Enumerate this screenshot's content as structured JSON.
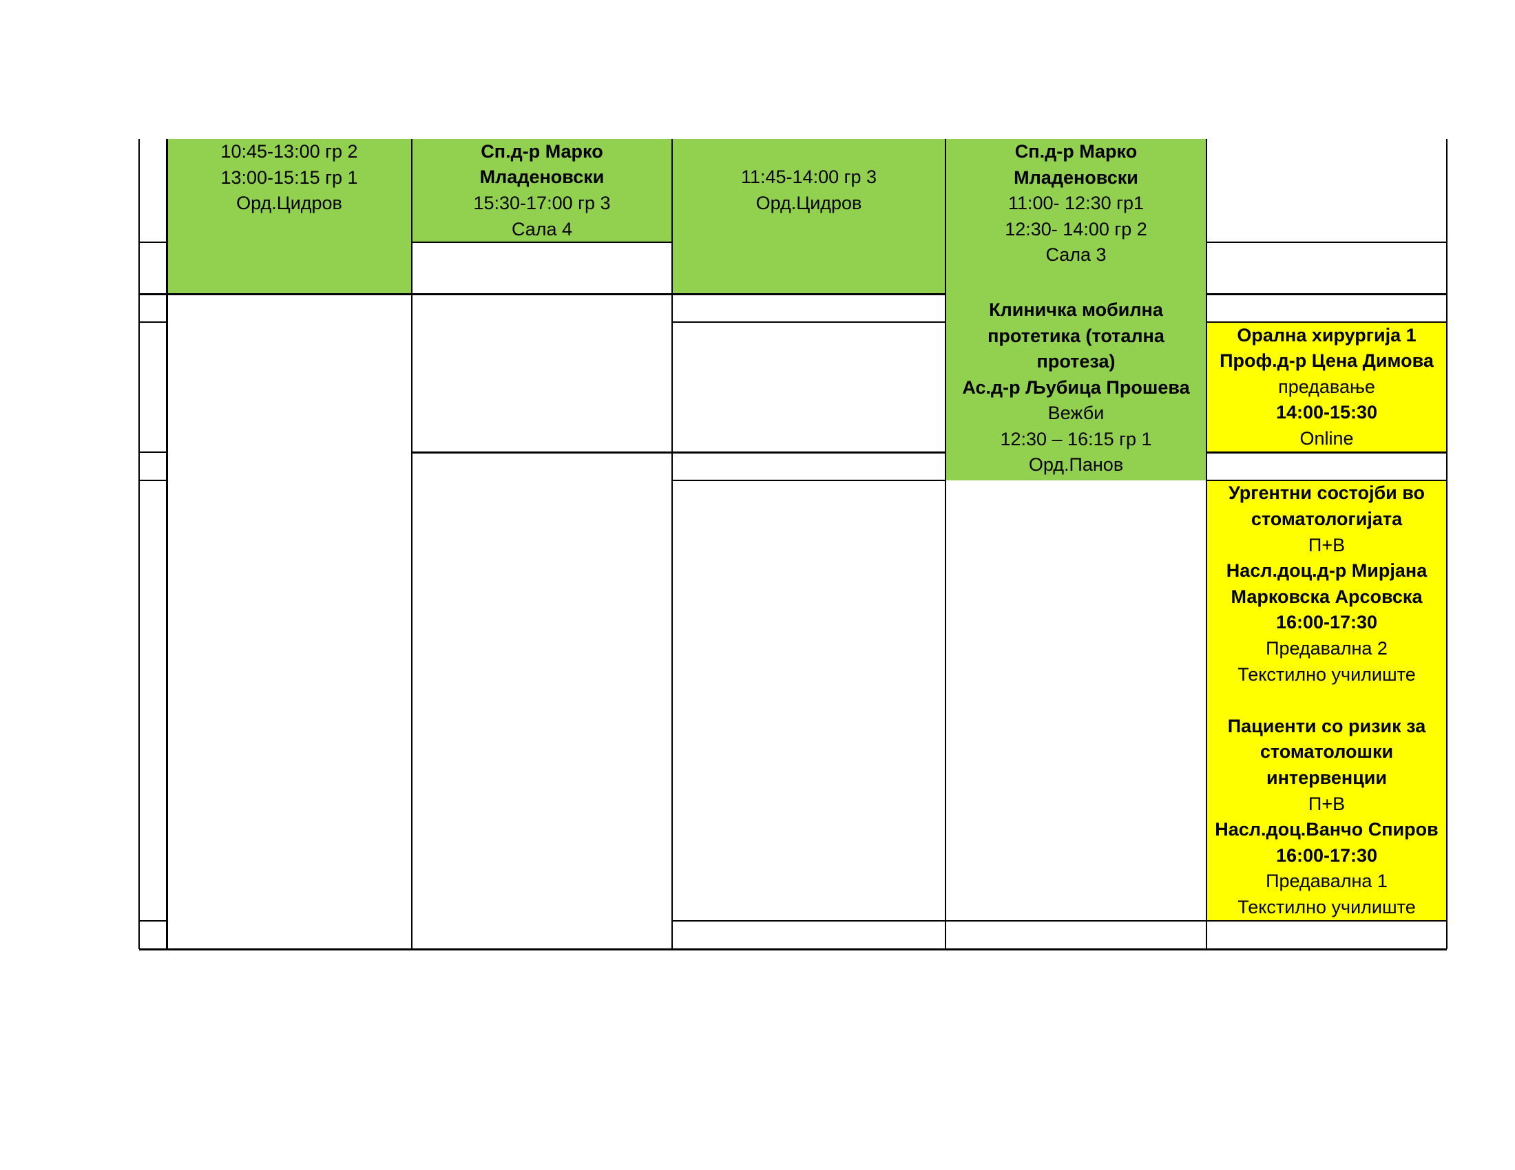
{
  "colors": {
    "green": "#92d050",
    "yellow": "#ffff00",
    "grid": "#000000",
    "page": "#ffffff"
  },
  "cells": [
    {
      "id": "tue-green-block",
      "fill": "green",
      "lines": [
        {
          "text": "10:45-13:00 гр 2",
          "bold": false
        },
        {
          "text": "13:00-15:15 гр 1",
          "bold": false
        },
        {
          "text": "Орд.Цидров",
          "bold": false
        }
      ]
    },
    {
      "id": "wed-green-block",
      "fill": "green",
      "lines": [
        {
          "text": "Сп.д-р Марко",
          "bold": true
        },
        {
          "text": "Младеновски",
          "bold": true
        },
        {
          "text": "15:30-17:00 гр 3",
          "bold": false
        },
        {
          "text": "Сала 4",
          "bold": false
        }
      ]
    },
    {
      "id": "thu-green-block",
      "fill": "green",
      "lines": [
        {
          "text": "11:45-14:00 гр 3",
          "bold": false
        },
        {
          "text": "Орд.Цидров",
          "bold": false
        }
      ]
    },
    {
      "id": "fri-green-block-top",
      "fill": "green",
      "lines": [
        {
          "text": "Сп.д-р Марко",
          "bold": true
        },
        {
          "text": "Младеновски",
          "bold": true
        },
        {
          "text": "11:00- 12:30 гр1",
          "bold": false
        },
        {
          "text": "12:30- 14:00 гр 2",
          "bold": false
        },
        {
          "text": "Сала 3",
          "bold": false
        }
      ]
    },
    {
      "id": "fri-green-block-prosthetics",
      "fill": "green",
      "lines": [
        {
          "text": "Клиничка мобилна",
          "bold": true
        },
        {
          "text": "протетика (тотална",
          "bold": true
        },
        {
          "text": "протеза)",
          "bold": true
        },
        {
          "text": "Ас.д-р Љубица Прошева",
          "bold": true
        },
        {
          "text": "Вежби",
          "bold": false
        },
        {
          "text": "12:30 – 16:15  гр 1",
          "bold": false
        },
        {
          "text": "Орд.Панов",
          "bold": false
        }
      ]
    },
    {
      "id": "sat-yellow-oral-surgery",
      "fill": "yellow",
      "lines": [
        {
          "text": "Орална хирургија 1",
          "bold": true
        },
        {
          "text": "Проф.д-р Цена Димова",
          "bold": true
        },
        {
          "text": "предавање",
          "bold": false
        },
        {
          "text": "14:00-15:30",
          "bold": true
        },
        {
          "text": "Online",
          "bold": false
        }
      ]
    },
    {
      "id": "sat-yellow-urgent",
      "fill": "yellow",
      "lines": [
        {
          "text": "Ургентни состојби во",
          "bold": true
        },
        {
          "text": "стоматологијата",
          "bold": true
        },
        {
          "text": "П+В",
          "bold": false
        },
        {
          "text": "Насл.доц.д-р Мирјана",
          "bold": true
        },
        {
          "text": "Марковска Арсовска",
          "bold": true
        },
        {
          "text": "16:00-17:30",
          "bold": true
        },
        {
          "text": "Предавална 2",
          "bold": false
        },
        {
          "text": "Текстилно училиште",
          "bold": false
        },
        {
          "text": "",
          "bold": false
        },
        {
          "text": "Пациенти со ризик за",
          "bold": true
        },
        {
          "text": "стоматолошки",
          "bold": true
        },
        {
          "text": "интервенции",
          "bold": true
        },
        {
          "text": "П+В",
          "bold": false
        },
        {
          "text": "Насл.доц.Ванчо Спиров",
          "bold": true
        },
        {
          "text": "16:00-17:30",
          "bold": true
        },
        {
          "text": "Предавална 1",
          "bold": false
        },
        {
          "text": "Текстилно училиште",
          "bold": false
        }
      ]
    }
  ]
}
